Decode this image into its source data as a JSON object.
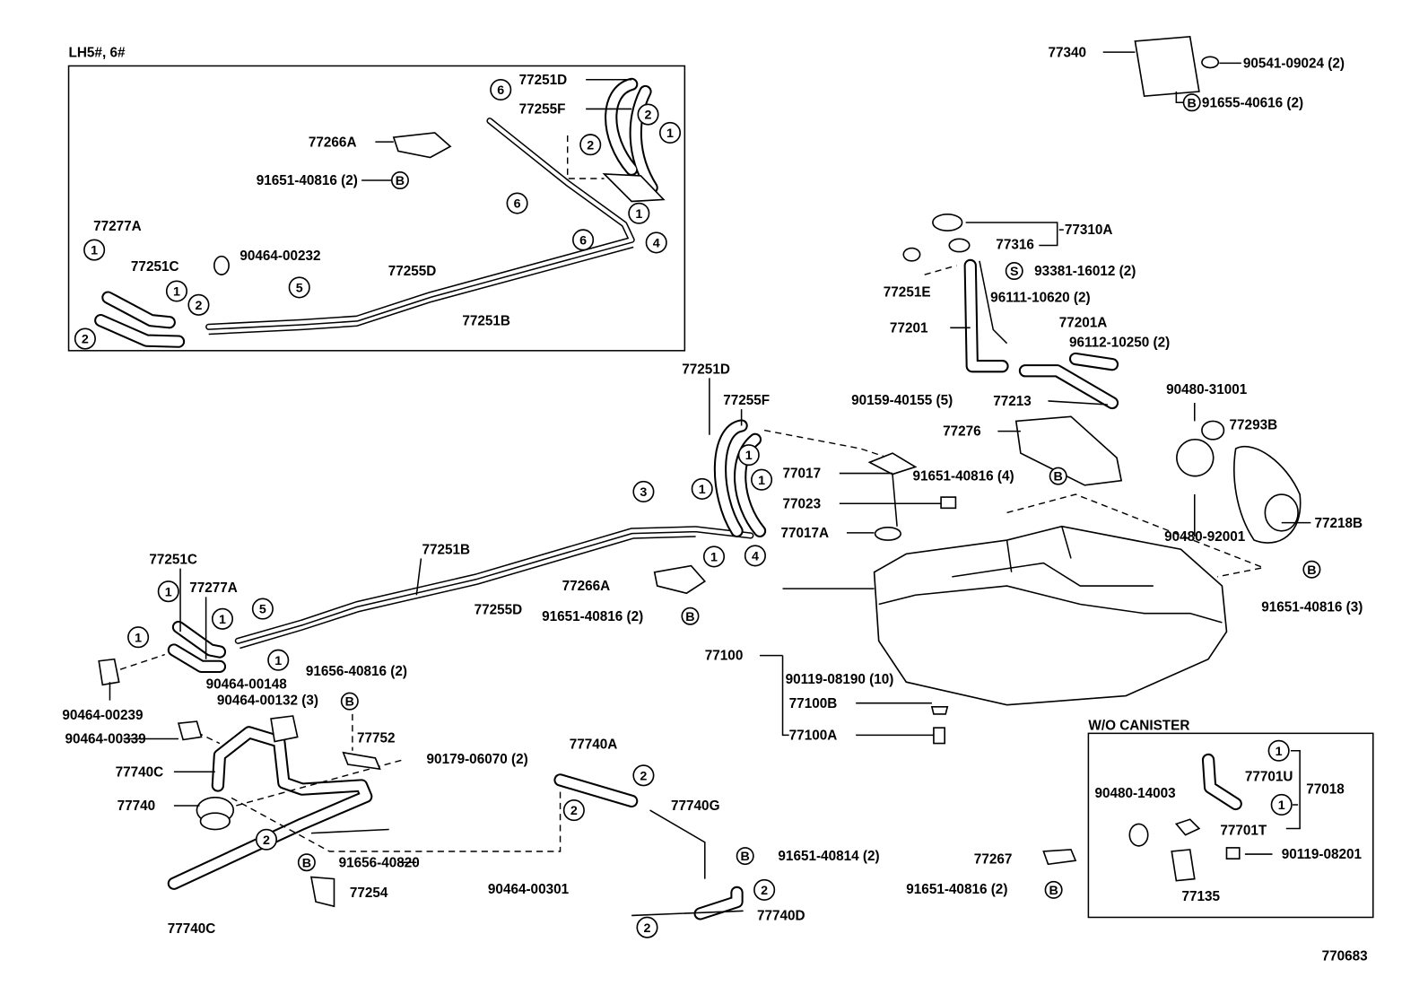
{
  "diagram": {
    "drawing_number": "770683",
    "inset_title": "LH5#, 6#",
    "canister_box_title": "W/O  CANISTER",
    "labels": [
      "77251D",
      "77255F",
      "77266A",
      "91651-40816 (2)",
      "77277A",
      "77251C",
      "90464-00232",
      "77255D",
      "77251B",
      "77340",
      "90541-09024 (2)",
      "91655-40616 (2)",
      "77310A",
      "77316",
      "93381-16012 (2)",
      "77251E",
      "96111-10620 (2)",
      "77201",
      "77201A",
      "96112-10250 (2)",
      "77213",
      "90480-31001",
      "77293B",
      "77276",
      "90159-40155 (5)",
      "77017",
      "91651-40816 (4)",
      "77023",
      "77017A",
      "90480-92001",
      "77218B",
      "91651-40816 (3)",
      "77251D",
      "77255F",
      "77251B",
      "77266A",
      "77255D",
      "91651-40816 (2)",
      "77251C",
      "77277A",
      "90464-00148",
      "91656-40816 (2)",
      "90464-00132 (3)",
      "90464-00239",
      "90464-00339",
      "77752",
      "90179-06070 (2)",
      "77740C",
      "77740",
      "91656-40820",
      "77254",
      "77740C",
      "77740A",
      "77740G",
      "91651-40814 (2)",
      "90464-00301",
      "77740D",
      "77100",
      "90119-08190 (10)",
      "77100B",
      "77100A",
      "77701U",
      "77018",
      "90480-14003",
      "77701T",
      "90119-08201",
      "77135",
      "77267",
      "91651-40816 (2)"
    ],
    "callouts": [
      "6",
      "2",
      "1",
      "2",
      "6",
      "1",
      "6",
      "4",
      "1",
      "1",
      "2",
      "5",
      "2",
      "B",
      "B",
      "S",
      "B",
      "B",
      "1",
      "1",
      "1",
      "1",
      "4",
      "3",
      "B",
      "1",
      "1",
      "1",
      "1",
      "5",
      "B",
      "2",
      "B",
      "2",
      "2",
      "B",
      "2",
      "2",
      "1",
      "1",
      "B"
    ]
  }
}
